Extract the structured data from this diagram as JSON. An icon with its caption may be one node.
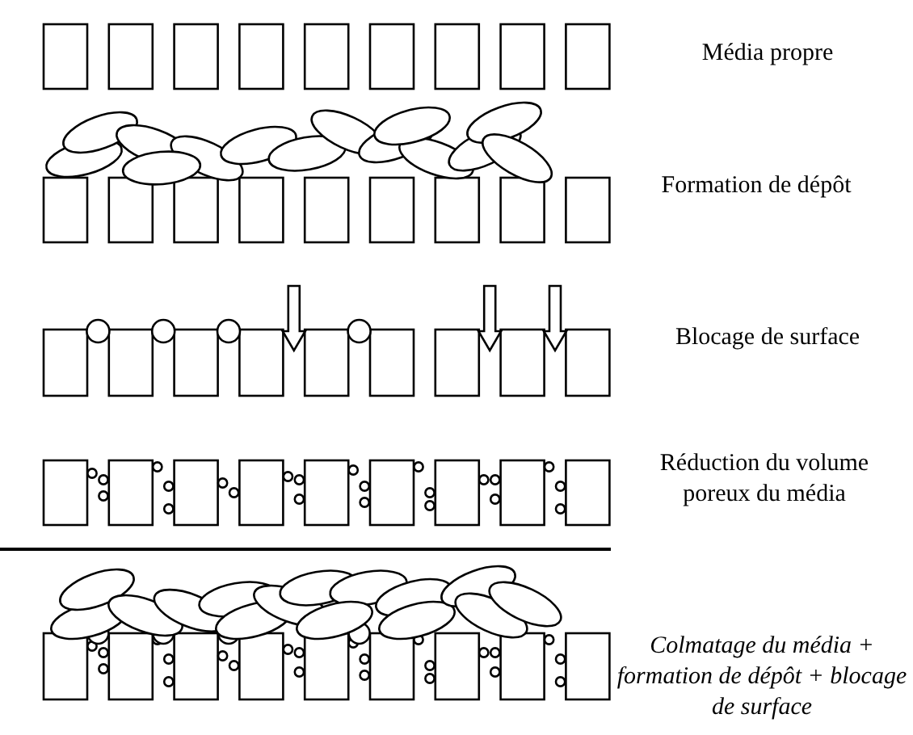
{
  "diagram": {
    "labels": [
      "Média propre",
      "Formation de dépôt",
      "Blocage de surface",
      "Réduction du volume poreux du média",
      "Colmatage du média + formation de dépôt + blocage de surface"
    ]
  }
}
